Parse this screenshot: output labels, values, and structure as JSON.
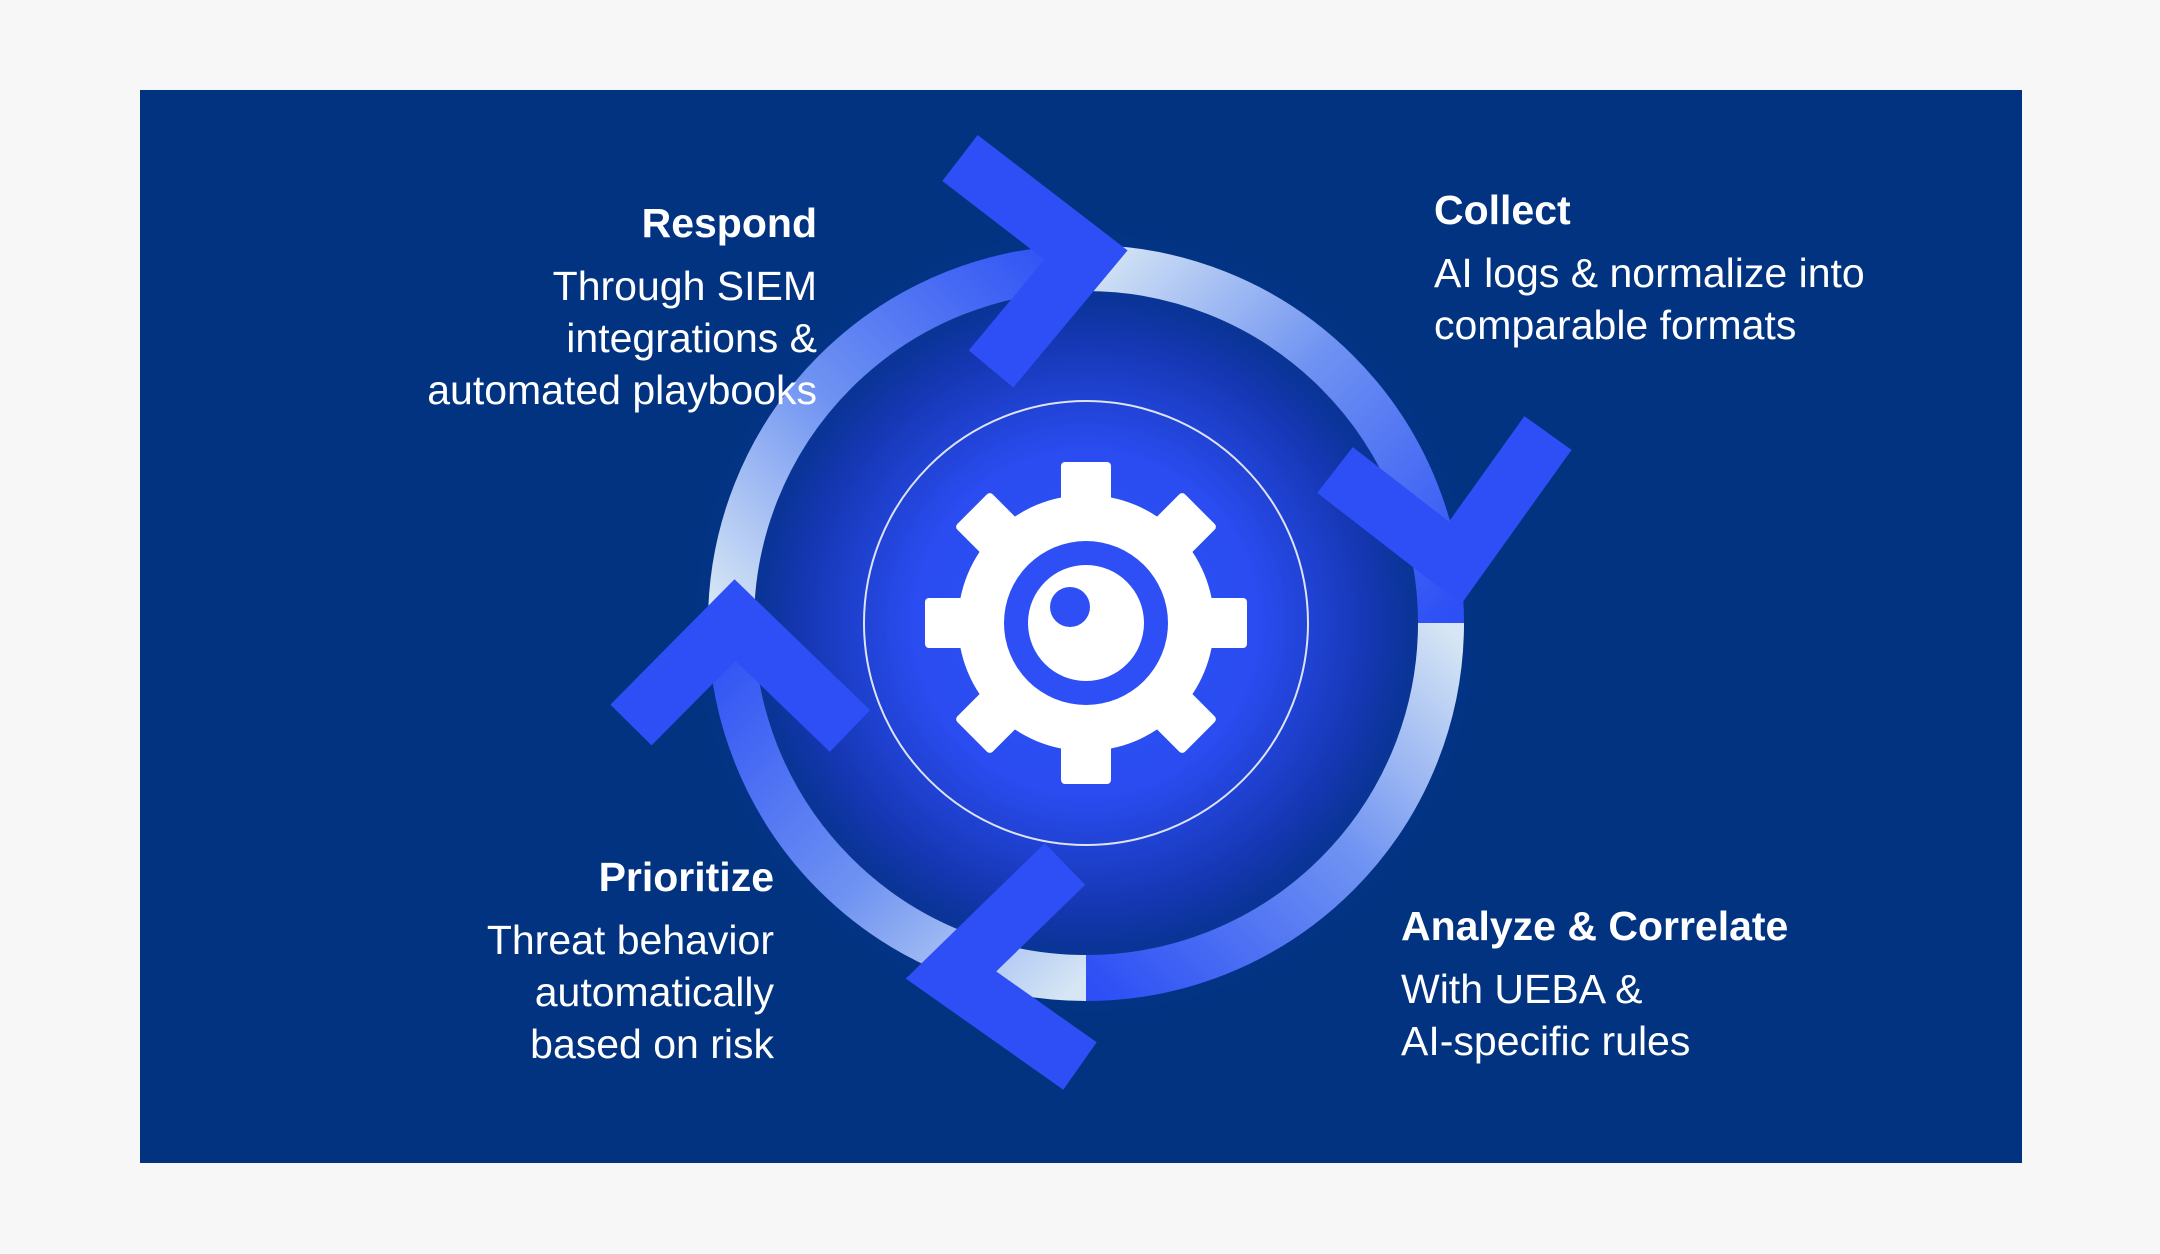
{
  "steps": {
    "respond": {
      "title": "Respond",
      "description": "Through SIEM\nintegrations &\nautomated playbooks"
    },
    "collect": {
      "title": "Collect",
      "description": "AI logs & normalize into\ncomparable formats"
    },
    "prioritize": {
      "title": "Prioritize",
      "description": "Threat behavior\nautomatically\nbased on risk"
    },
    "analyze": {
      "title": "Analyze & Correlate",
      "description": "With UEBA &\nAI-specific rules"
    }
  },
  "center_icon": "gear-eye-icon",
  "colors": {
    "page_background": "#f7f7f7",
    "panel_background": "#023381",
    "accent_blue": "#2d4ff5",
    "light_segment": "#c7dcf0",
    "text": "#ffffff"
  }
}
